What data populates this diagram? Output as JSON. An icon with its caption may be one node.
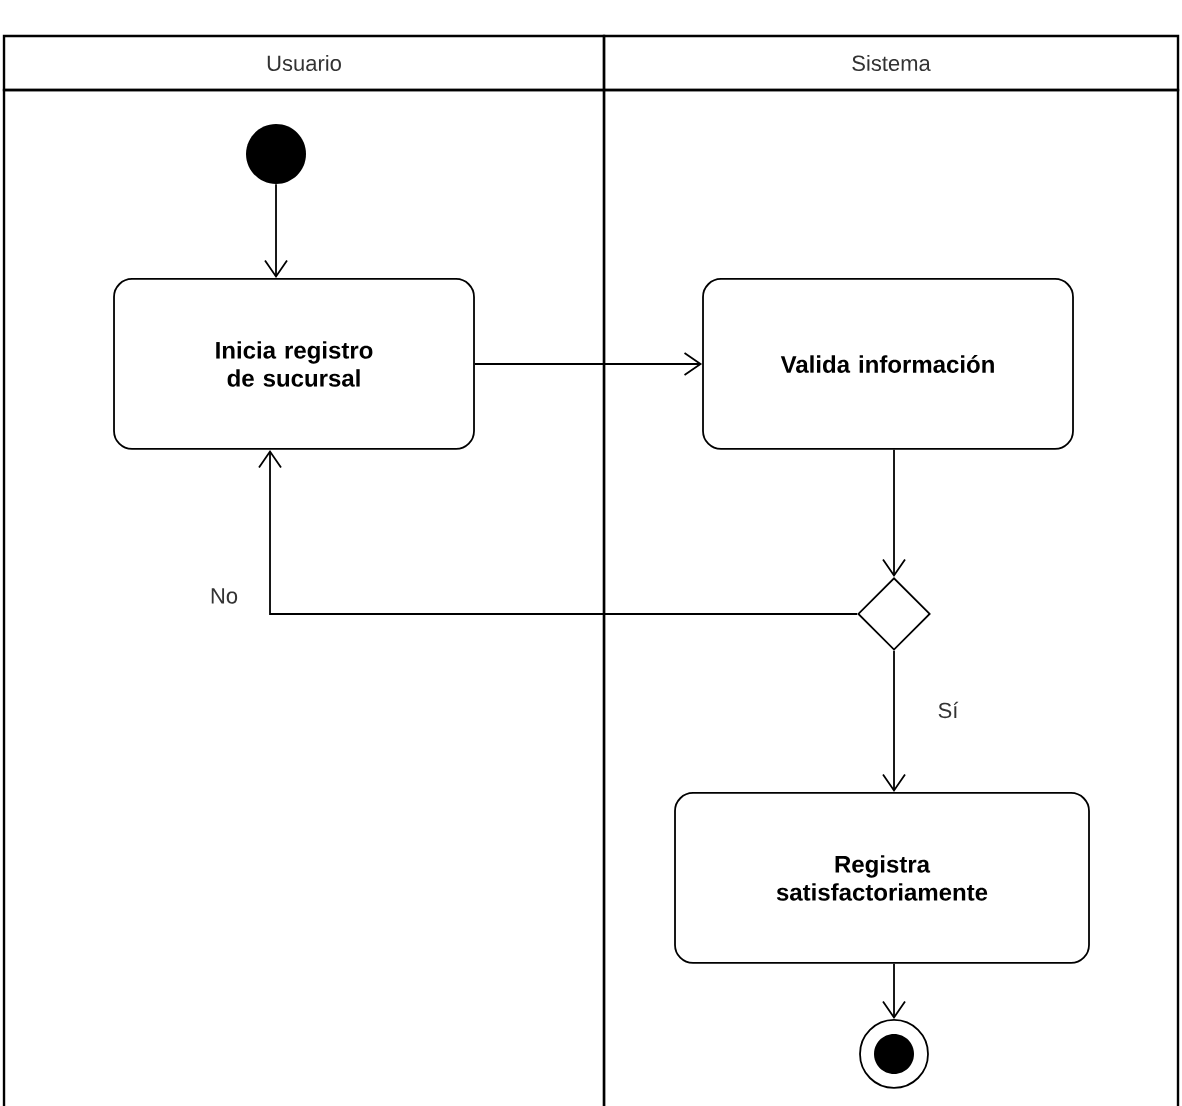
{
  "diagram": {
    "nodes": [
      {
        "text": [
          "Usuario"
        ]
      },
      {
        "text": [
          "Sistema"
        ]
      },
      {
        "text": [],
        "shape": "circle",
        "in": 0
      },
      {
        "text": [
          "Inicia registro de sucursal"
        ],
        "in": 0
      },
      {
        "text": [
          "Valida información"
        ],
        "in": 1
      },
      {
        "text": [],
        "shape": "diamond",
        "in": 1
      },
      {
        "text": [
          "Registra satisfactoriamente"
        ],
        "in": 1
      },
      {
        "text": [],
        "shape": "circle",
        "in": 1
      }
    ],
    "edges": [
      {
        "from": 2,
        "to": 3,
        "arrow": "to"
      },
      {
        "from": 3,
        "to": 4,
        "arrow": "to"
      },
      {
        "from": 4,
        "to": 5,
        "arrow": "to"
      },
      {
        "from": 5,
        "to": 3,
        "arrow": "to",
        "label": "No"
      },
      {
        "from": 5,
        "to": 6,
        "arrow": "to",
        "label": "Sí"
      },
      {
        "from": 6,
        "to": 7,
        "arrow": "to"
      }
    ]
  }
}
